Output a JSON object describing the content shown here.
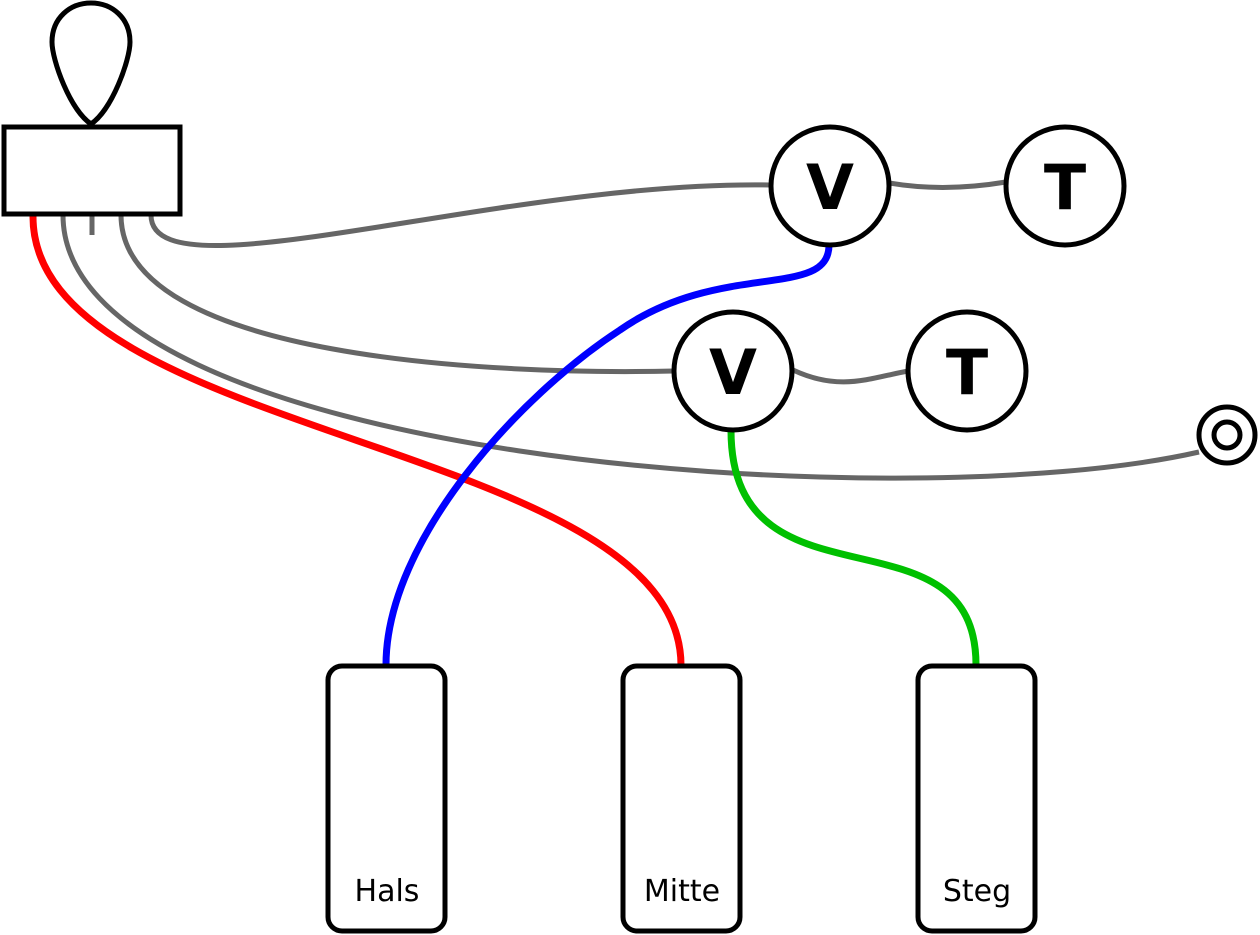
{
  "knobs": {
    "volume1": "V",
    "tone1": "T",
    "volume2": "V",
    "tone2": "T"
  },
  "pickups": {
    "neck": "Hals",
    "middle": "Mitte",
    "bridge": "Steg"
  },
  "colors": {
    "neck_wire": "#0000ff",
    "middle_wire": "#ff0000",
    "bridge_wire": "#00c000",
    "ground_wire": "#666666",
    "outline": "#000000"
  }
}
